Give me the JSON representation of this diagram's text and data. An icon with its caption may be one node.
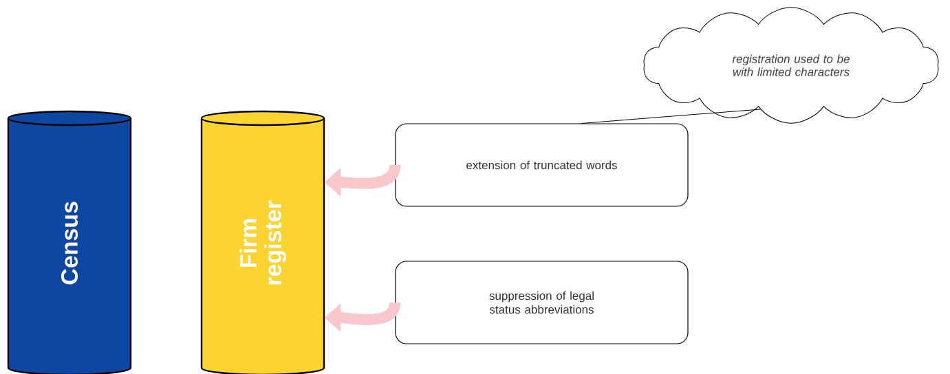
{
  "diagram": {
    "nodes": [
      {
        "text": [
          "Census"
        ]
      },
      {
        "text": [
          "Firm register"
        ]
      },
      {
        "text": [
          "extension of truncated words"
        ]
      },
      {
        "text": [
          "suppression of legal status abbreviations"
        ]
      },
      {
        "text": [
          "registration used to be with limited characters"
        ]
      }
    ],
    "edges": [
      {
        "from": 2,
        "to": 1,
        "arrow": "to"
      },
      {
        "from": 3,
        "to": 1,
        "arrow": "to"
      },
      {
        "from": 4,
        "to": 2,
        "arrow": "none",
        "color": "#000000"
      }
    ]
  }
}
